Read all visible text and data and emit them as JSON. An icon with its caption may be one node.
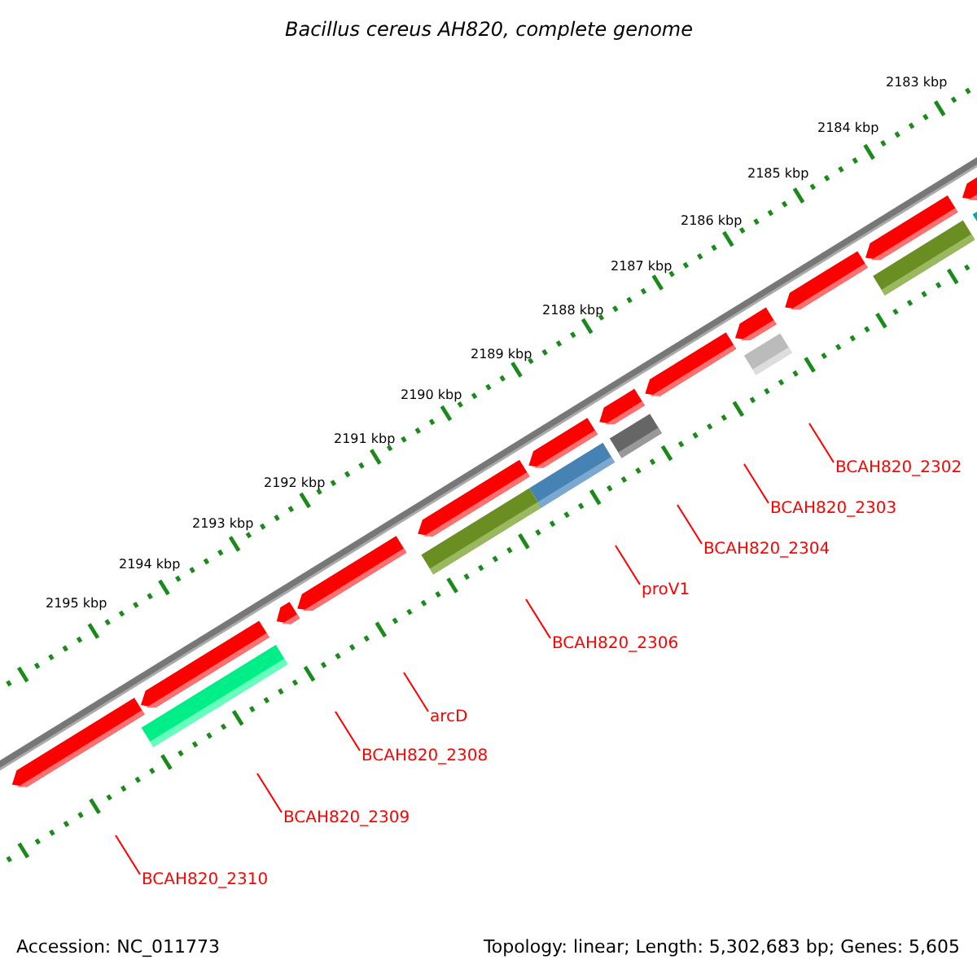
{
  "diagram": {
    "title": "Bacillus cereus AH820, complete genome",
    "nodes": [
      {
        "text": [
          "BCAH820_2302"
        ]
      },
      {
        "text": [
          "BCAH820_2303"
        ]
      },
      {
        "text": [
          "BCAH820_2304"
        ]
      },
      {
        "text": [
          "proV1"
        ]
      },
      {
        "text": [
          "BCAH820_2306"
        ]
      },
      {
        "text": [
          "arcD"
        ]
      },
      {
        "text": [
          "BCAH820_2308"
        ]
      },
      {
        "text": [
          "BCAH820_2309"
        ]
      },
      {
        "text": [
          "BCAH820_2310"
        ]
      }
    ],
    "edges": [
      {
        "from": 0,
        "to": null,
        "arrow": "none"
      },
      {
        "from": 1,
        "to": null,
        "arrow": "none"
      },
      {
        "from": 2,
        "to": null,
        "arrow": "none"
      },
      {
        "from": 3,
        "to": null,
        "arrow": "none"
      },
      {
        "from": 4,
        "to": null,
        "arrow": "none"
      },
      {
        "from": 5,
        "to": null,
        "arrow": "none"
      },
      {
        "from": 6,
        "to": null,
        "arrow": "none"
      },
      {
        "from": 7,
        "to": null,
        "arrow": "none"
      },
      {
        "from": 8,
        "to": null,
        "arrow": "none"
      }
    ],
    "labels": [
      "2183 kbp",
      "2184 kbp",
      "2185 kbp",
      "2186 kbp",
      "2187 kbp",
      "2188 kbp",
      "2189 kbp",
      "2190 kbp",
      "2191 kbp",
      "2192 kbp",
      "2193 kbp",
      "2194 kbp",
      "2195 kbp",
      "Accession: NC_011773",
      "Topology: linear; Length: 5,302,683 bp; Genes: 5,605"
    ]
  }
}
